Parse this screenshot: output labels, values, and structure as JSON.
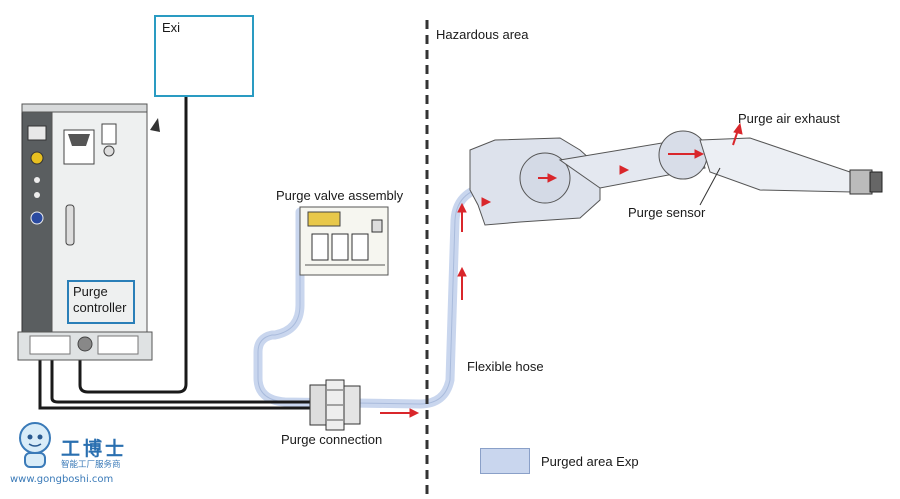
{
  "labels": {
    "hazardous_area": "Hazardous area",
    "exi": "Exi",
    "purge_valve_assembly": "Purge valve assembly",
    "purge_controller_line1": "Purge",
    "purge_controller_line2": "controller",
    "purge_air_exhaust": "Purge air exhaust",
    "purge_sensor": "Purge sensor",
    "flexible_hose": "Flexible hose",
    "purge_connection": "Purge connection"
  },
  "legend": {
    "purged_area": "Purged area Exp"
  },
  "watermark": {
    "brand": "工博士",
    "tagline": "智能工厂服务商",
    "url": "www.gongboshi.com"
  },
  "colors": {
    "purged_area": "#c9d6ee",
    "box_border": "#2a7fb8",
    "arrow": "#d9262b",
    "cable": "#1a1a1a"
  }
}
